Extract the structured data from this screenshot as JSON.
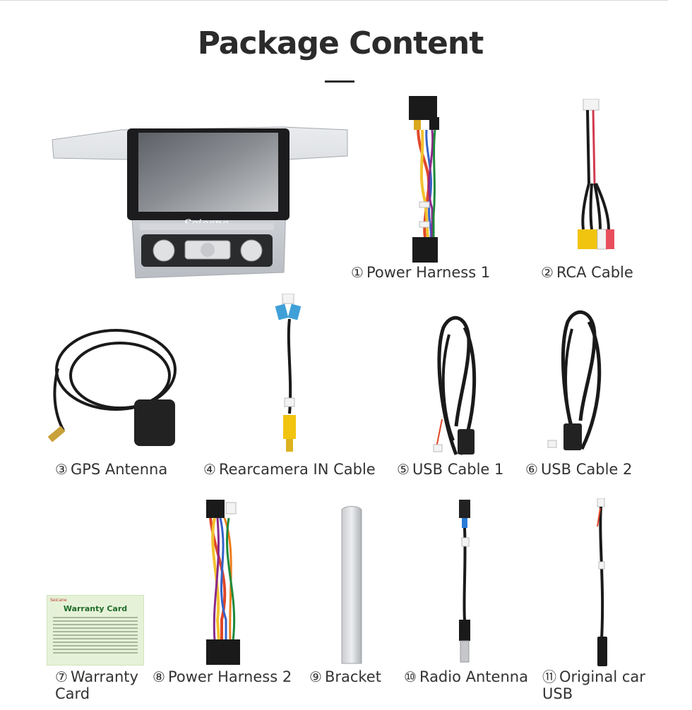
{
  "header": {
    "title": "Package Content"
  },
  "device": {
    "watermark": "Seicane"
  },
  "items": [
    {
      "num": "①",
      "label": "Power Harness 1"
    },
    {
      "num": "②",
      "label": "RCA Cable"
    },
    {
      "num": "③",
      "label": "GPS Antenna"
    },
    {
      "num": "④",
      "label": "Rearcamera IN Cable"
    },
    {
      "num": "⑤",
      "label": "USB Cable 1"
    },
    {
      "num": "⑥",
      "label": "USB Cable 2"
    },
    {
      "num": "⑦",
      "label": "Warranty Card"
    },
    {
      "num": "⑧",
      "label": "Power Harness 2"
    },
    {
      "num": "⑨",
      "label": "Bracket"
    },
    {
      "num": "⑩",
      "label": "Radio Antenna"
    },
    {
      "num": "⑪",
      "label": "Original car USB"
    }
  ],
  "warranty_card": {
    "brand": "Seicane",
    "title": "Warranty Card"
  }
}
